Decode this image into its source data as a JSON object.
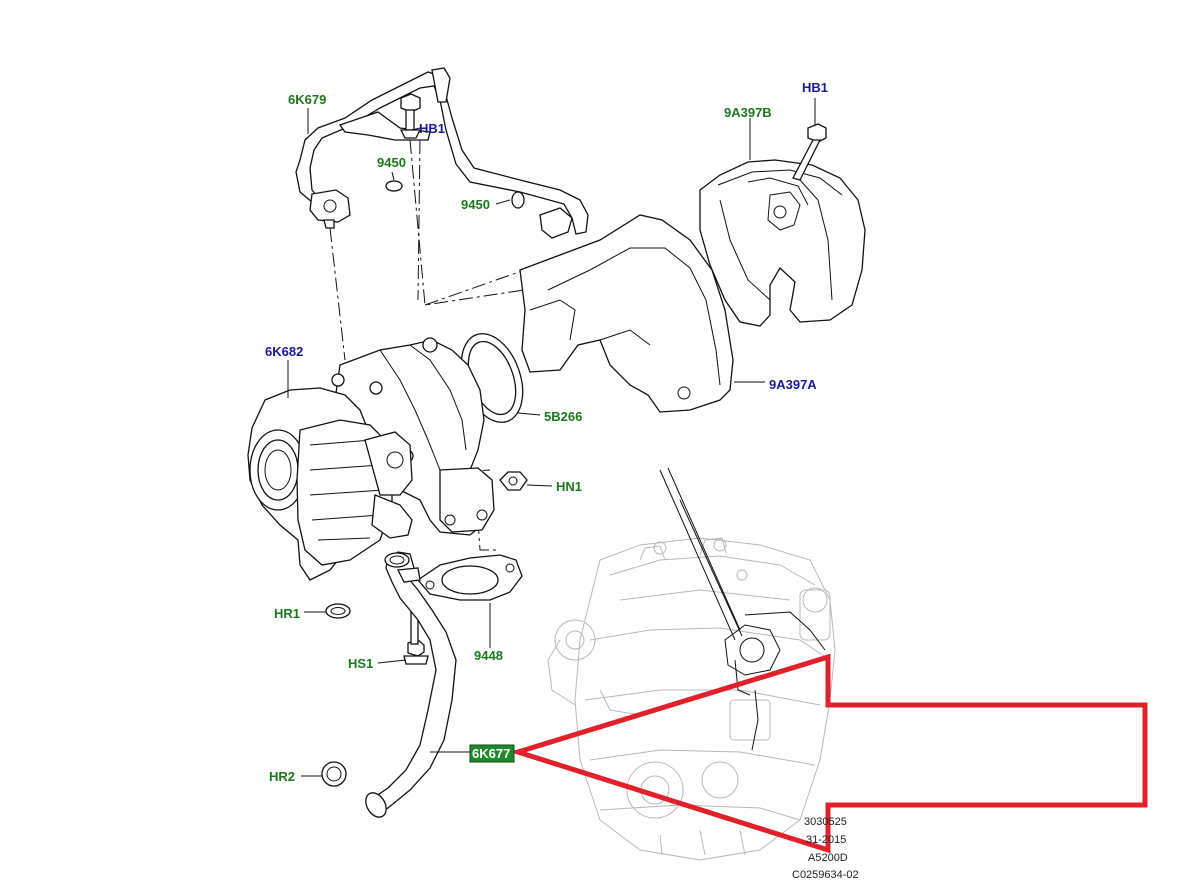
{
  "labels": {
    "6K679": "6K679",
    "HB1_top": "HB1",
    "9450_a": "9450",
    "9450_b": "9450",
    "HB1_right": "HB1",
    "9A397B": "9A397B",
    "6K682": "6K682",
    "9A397A": "9A397A",
    "5B266": "5B266",
    "HN1": "HN1",
    "HR1": "HR1",
    "9448": "9448",
    "HS1": "HS1",
    "6K677": "6K677",
    "HR2": "HR2"
  },
  "footer": {
    "line1": "3030525",
    "line2": "31-2015",
    "line3": "A5200D",
    "line4": "C0259634-02"
  },
  "colors": {
    "part_label": "#1a7a1a",
    "hardware_label": "#1a1a9a",
    "callout": "#e1202a",
    "highlight_fill": "#1f8a2a"
  }
}
